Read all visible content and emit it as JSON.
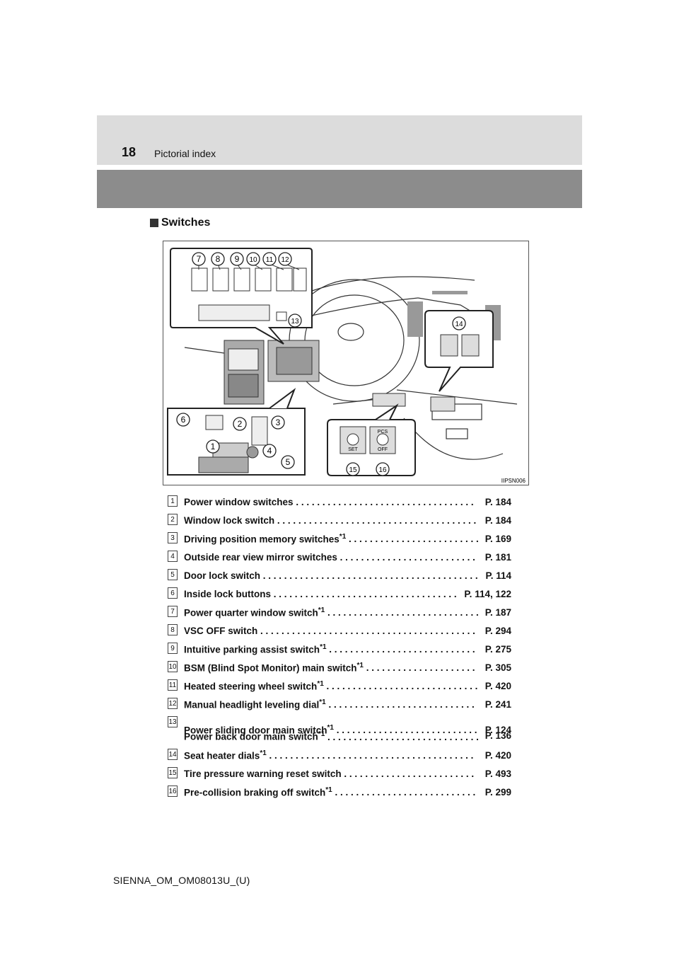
{
  "header": {
    "page_number": "18",
    "section": "Pictorial index"
  },
  "subheading": "Switches",
  "figure": {
    "code": "IIPSN006",
    "callouts": [
      "1",
      "2",
      "3",
      "4",
      "5",
      "6",
      "7",
      "8",
      "9",
      "10",
      "11",
      "12",
      "13",
      "14",
      "15",
      "16"
    ],
    "button_labels": {
      "set": "SET",
      "pcs": "PCS",
      "off": "OFF"
    }
  },
  "items": [
    {
      "num": "1",
      "label": "Power window switches",
      "sup": "",
      "page": "P. 184"
    },
    {
      "num": "2",
      "label": "Window lock switch",
      "sup": "",
      "page": "P. 184"
    },
    {
      "num": "3",
      "label": "Driving position memory switches",
      "sup": "*1",
      "page": "P. 169"
    },
    {
      "num": "4",
      "label": "Outside rear view mirror switches",
      "sup": "",
      "page": "P. 181"
    },
    {
      "num": "5",
      "label": "Door lock switch",
      "sup": "",
      "page": "P. 114"
    },
    {
      "num": "6",
      "label": "Inside lock buttons",
      "sup": "",
      "page": "P. 114, 122"
    },
    {
      "num": "7",
      "label": "Power quarter window switch",
      "sup": "*1",
      "page": "P. 187"
    },
    {
      "num": "8",
      "label": "VSC OFF switch",
      "sup": "",
      "page": "P. 294"
    },
    {
      "num": "9",
      "label": "Intuitive parking assist switch",
      "sup": "*1",
      "page": "P. 275"
    },
    {
      "num": "10",
      "label": "BSM (Blind Spot Monitor) main switch",
      "sup": "*1",
      "page": "P. 305"
    },
    {
      "num": "11",
      "label": "Heated steering wheel switch",
      "sup": "*1",
      "page": "P. 420"
    },
    {
      "num": "12",
      "label": "Manual headlight leveling dial",
      "sup": "*1",
      "page": "P. 241"
    },
    {
      "num": "13",
      "label": "Power sliding door main switch",
      "sup": "*1",
      "page": "P. 124",
      "label2": "Power back door main switch",
      "sup2": "*1",
      "page2": "P. 136"
    },
    {
      "num": "14",
      "label": "Seat heater dials",
      "sup": "*1",
      "page": "P. 420"
    },
    {
      "num": "15",
      "label": "Tire pressure warning reset switch",
      "sup": "",
      "page": "P. 493"
    },
    {
      "num": "16",
      "label": "Pre-collision braking off switch",
      "sup": "*1",
      "page": "P. 299"
    }
  ],
  "footer": "SIENNA_OM_OM08013U_(U)"
}
